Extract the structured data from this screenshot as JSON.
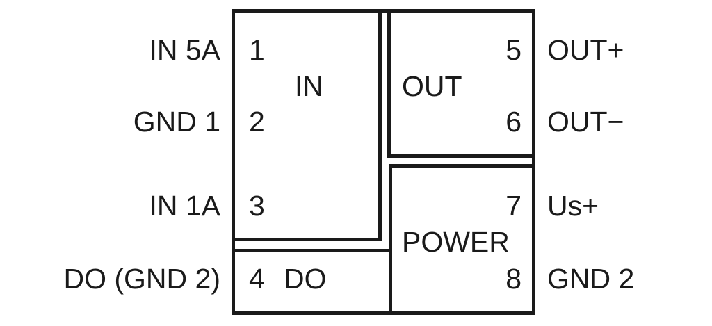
{
  "diagram": {
    "kind": "terminal-block-pinout",
    "stroke_color": "#1a1a1a",
    "background_color": "#ffffff",
    "blocks": [
      {
        "id": "in",
        "label": "IN"
      },
      {
        "id": "out",
        "label": "OUT"
      },
      {
        "id": "power",
        "label": "POWER"
      },
      {
        "id": "do",
        "label": "DO"
      }
    ],
    "pins": [
      {
        "number": "1",
        "side": "left",
        "block": "in",
        "external_label": "IN 5A"
      },
      {
        "number": "2",
        "side": "left",
        "block": "in",
        "external_label": "GND 1"
      },
      {
        "number": "3",
        "side": "left",
        "block": "in",
        "external_label": "IN 1A"
      },
      {
        "number": "4",
        "side": "left",
        "block": "do",
        "external_label": "DO (GND 2)"
      },
      {
        "number": "5",
        "side": "right",
        "block": "out",
        "external_label": "OUT+"
      },
      {
        "number": "6",
        "side": "right",
        "block": "out",
        "external_label": "OUT−"
      },
      {
        "number": "7",
        "side": "right",
        "block": "power",
        "external_label": "Us+"
      },
      {
        "number": "8",
        "side": "right",
        "block": "power",
        "external_label": "GND 2"
      }
    ],
    "left_labels": {
      "pin1": "IN 5A",
      "pin2": "GND 1",
      "pin3": "IN 1A",
      "pin4": "DO (GND 2)"
    },
    "right_labels": {
      "pin5": "OUT+",
      "pin6": "OUT−",
      "pin7": "Us+",
      "pin8": "GND 2"
    },
    "pin_numbers": {
      "p1": "1",
      "p2": "2",
      "p3": "3",
      "p4": "4",
      "p5": "5",
      "p6": "6",
      "p7": "7",
      "p8": "8"
    },
    "block_labels": {
      "in": "IN",
      "out": "OUT",
      "power": "POWER",
      "do": "DO"
    }
  }
}
